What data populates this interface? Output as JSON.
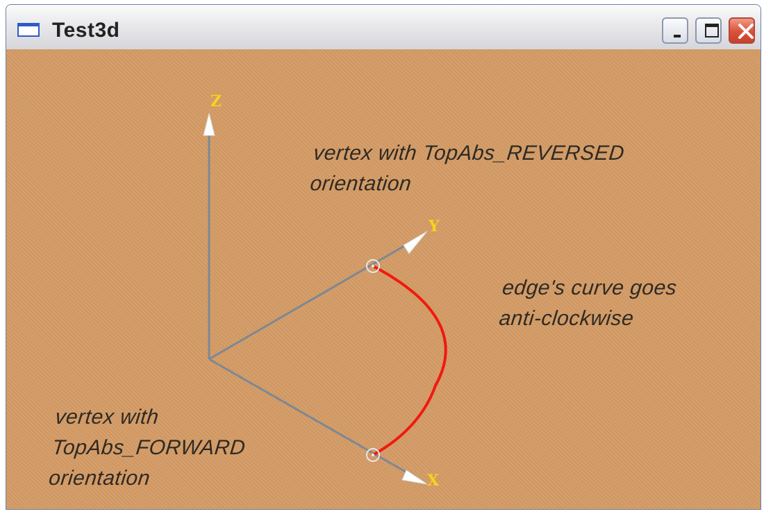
{
  "window": {
    "title": "Test3d",
    "buttons": {
      "minimize": "minimize",
      "maximize": "maximize",
      "close": "close"
    }
  },
  "view": {
    "background": "#d49c66",
    "axes": {
      "z_label": "Z",
      "y_label": "Y",
      "x_label": "X"
    },
    "axis_label_color": "#f7d21e",
    "axis_line_color": "#7d8894",
    "edge_color": "#f01a10",
    "annotations": {
      "reversed": {
        "line1": "vertex with TopAbs_REVERSED",
        "line2": "orientation"
      },
      "edge": {
        "line1": "edge's curve goes",
        "line2": "anti-clockwise"
      },
      "forward": {
        "line1": "vertex with",
        "line2": "TopAbs_FORWARD",
        "line3": "orientation"
      }
    }
  }
}
